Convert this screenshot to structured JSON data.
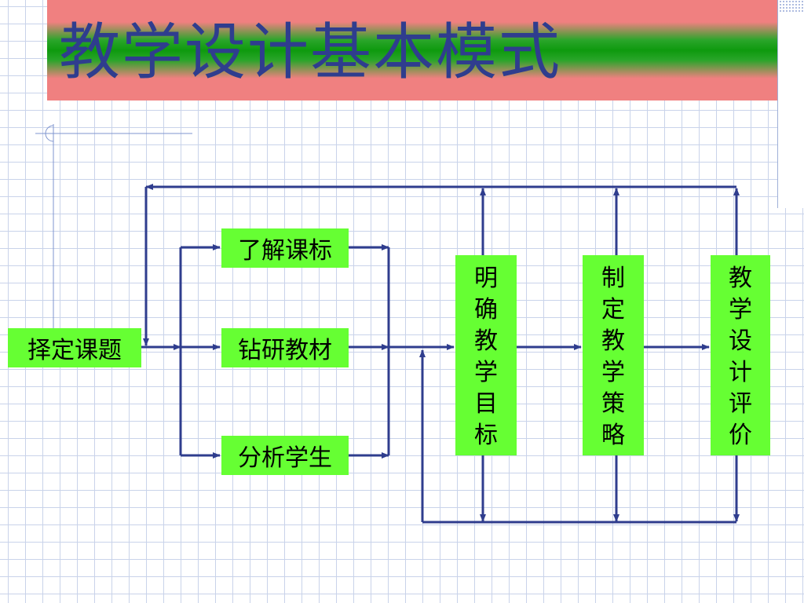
{
  "title": "教学设计基本模式",
  "colors": {
    "title_text": "#2f3d8e",
    "box_fill": "#66ff33",
    "arrow": "#2f3d8e"
  },
  "boxes": {
    "select_topic": "择定课题",
    "understand_standards": "了解课标",
    "study_materials": "钻研教材",
    "analyze_students": "分析学生",
    "clarify_objectives": [
      "明",
      "确",
      "教",
      "学",
      "目",
      "标"
    ],
    "formulate_strategy": [
      "制",
      "定",
      "教",
      "学",
      "策",
      "略"
    ],
    "design_evaluation": [
      "教",
      "学",
      "设",
      "计",
      "评",
      "价"
    ]
  }
}
